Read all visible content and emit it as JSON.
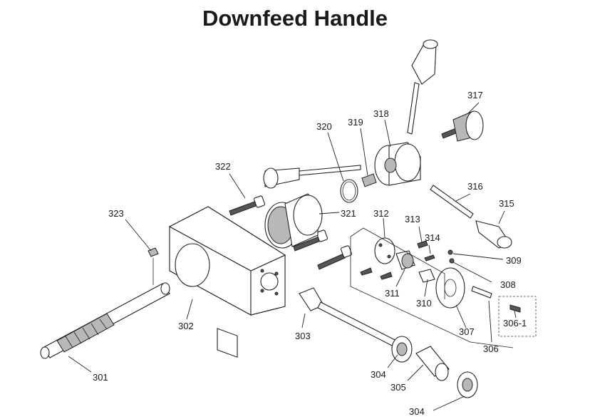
{
  "title": "Downfeed Handle",
  "labels": {
    "l301": "301",
    "l302": "302",
    "l303": "303",
    "l304a": "304",
    "l304b": "304",
    "l305": "305",
    "l306": "306",
    "l306_1": "306-1",
    "l307": "307",
    "l308": "308",
    "l309": "309",
    "l310": "310",
    "l311": "311",
    "l312": "312",
    "l313": "313",
    "l314": "314",
    "l315": "315",
    "l316": "316",
    "l317": "317",
    "l318": "318",
    "l319": "319",
    "l320": "320",
    "l321": "321",
    "l322": "322",
    "l323": "323"
  }
}
